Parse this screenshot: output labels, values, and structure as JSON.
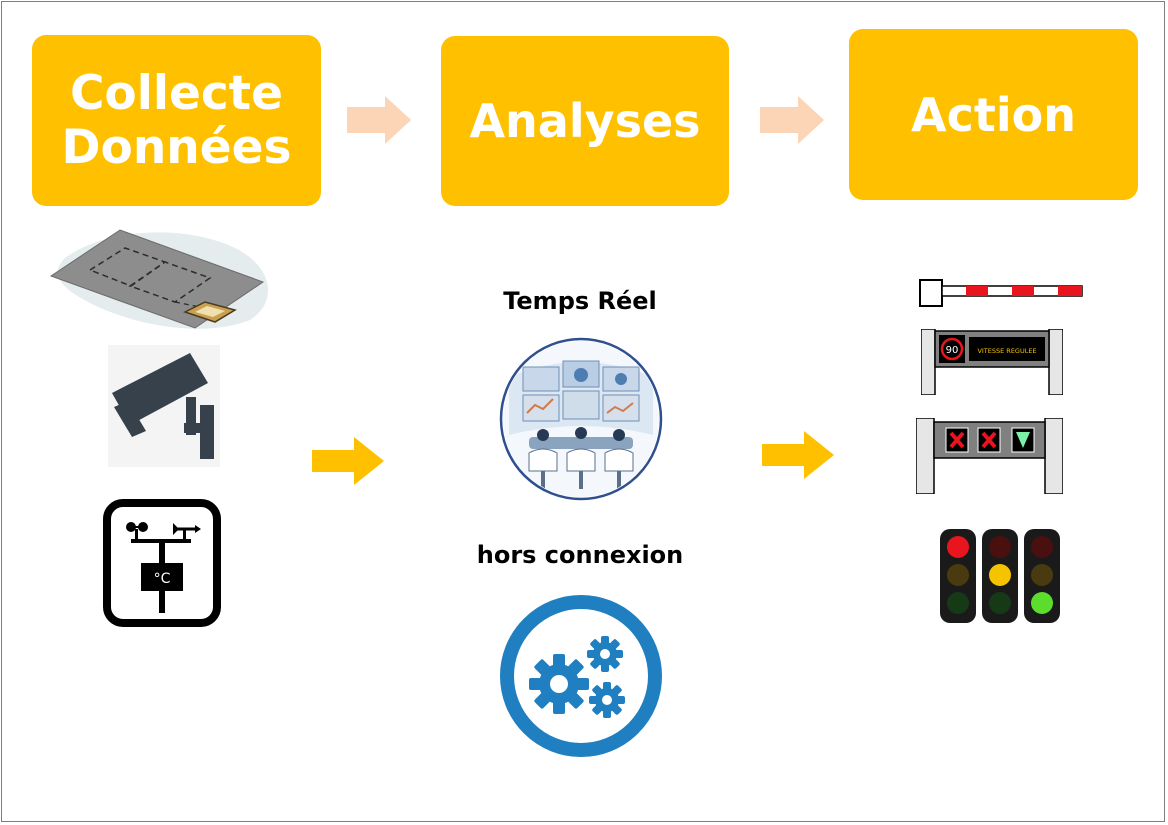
{
  "stages": {
    "collect": "Collecte\nDonnées",
    "analyze": "Analyses",
    "action": "Action"
  },
  "analysis": {
    "realtime_label": "Temps Réel",
    "offline_label": "hors connexion"
  },
  "action_icons": {
    "speed_limit": "90",
    "vms_message": "VITESSE REGULEE"
  },
  "weather_station": {
    "unit": "°C"
  },
  "colors": {
    "stage_box": "#ffc000",
    "pale_arrow": "#fbd5b5",
    "flow_arrow": "#ffc000",
    "gear_blue": "#1f7fc1"
  },
  "icons": [
    "road-loop-sensor-icon",
    "cctv-camera-icon",
    "weather-station-icon",
    "control-room-icon",
    "gears-icon",
    "barrier-gate-icon",
    "variable-message-sign-icon",
    "lane-control-sign-icon",
    "traffic-lights-icon"
  ]
}
